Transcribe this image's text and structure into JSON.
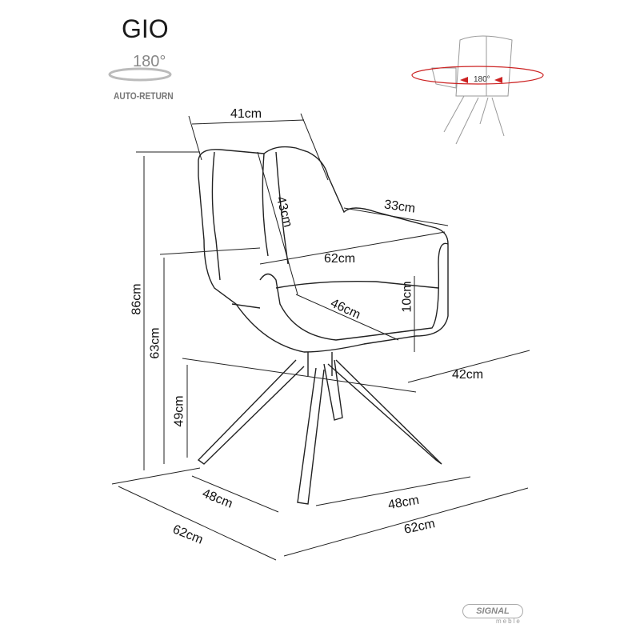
{
  "product": {
    "name": "GIO",
    "rotation": "180°",
    "feature": "AUTO-RETURN",
    "rotation_inset": "180°"
  },
  "brand": {
    "name": "SIGNAL",
    "sub": "meble"
  },
  "dimensions": {
    "backrest_width": "41cm",
    "backrest_height": "43cm",
    "armrest_length": "33cm",
    "seat_width": "62cm",
    "armrest_height": "10cm",
    "seat_depth": "46cm",
    "depth_seat": "42cm",
    "total_height": "86cm",
    "armrest_floor_height": "63cm",
    "seat_height": "49cm",
    "base_left": "48cm",
    "base_right": "48cm",
    "total_depth": "62cm",
    "total_width": "62cm"
  },
  "colors": {
    "line": "#222222",
    "accent": "#cc2222"
  }
}
